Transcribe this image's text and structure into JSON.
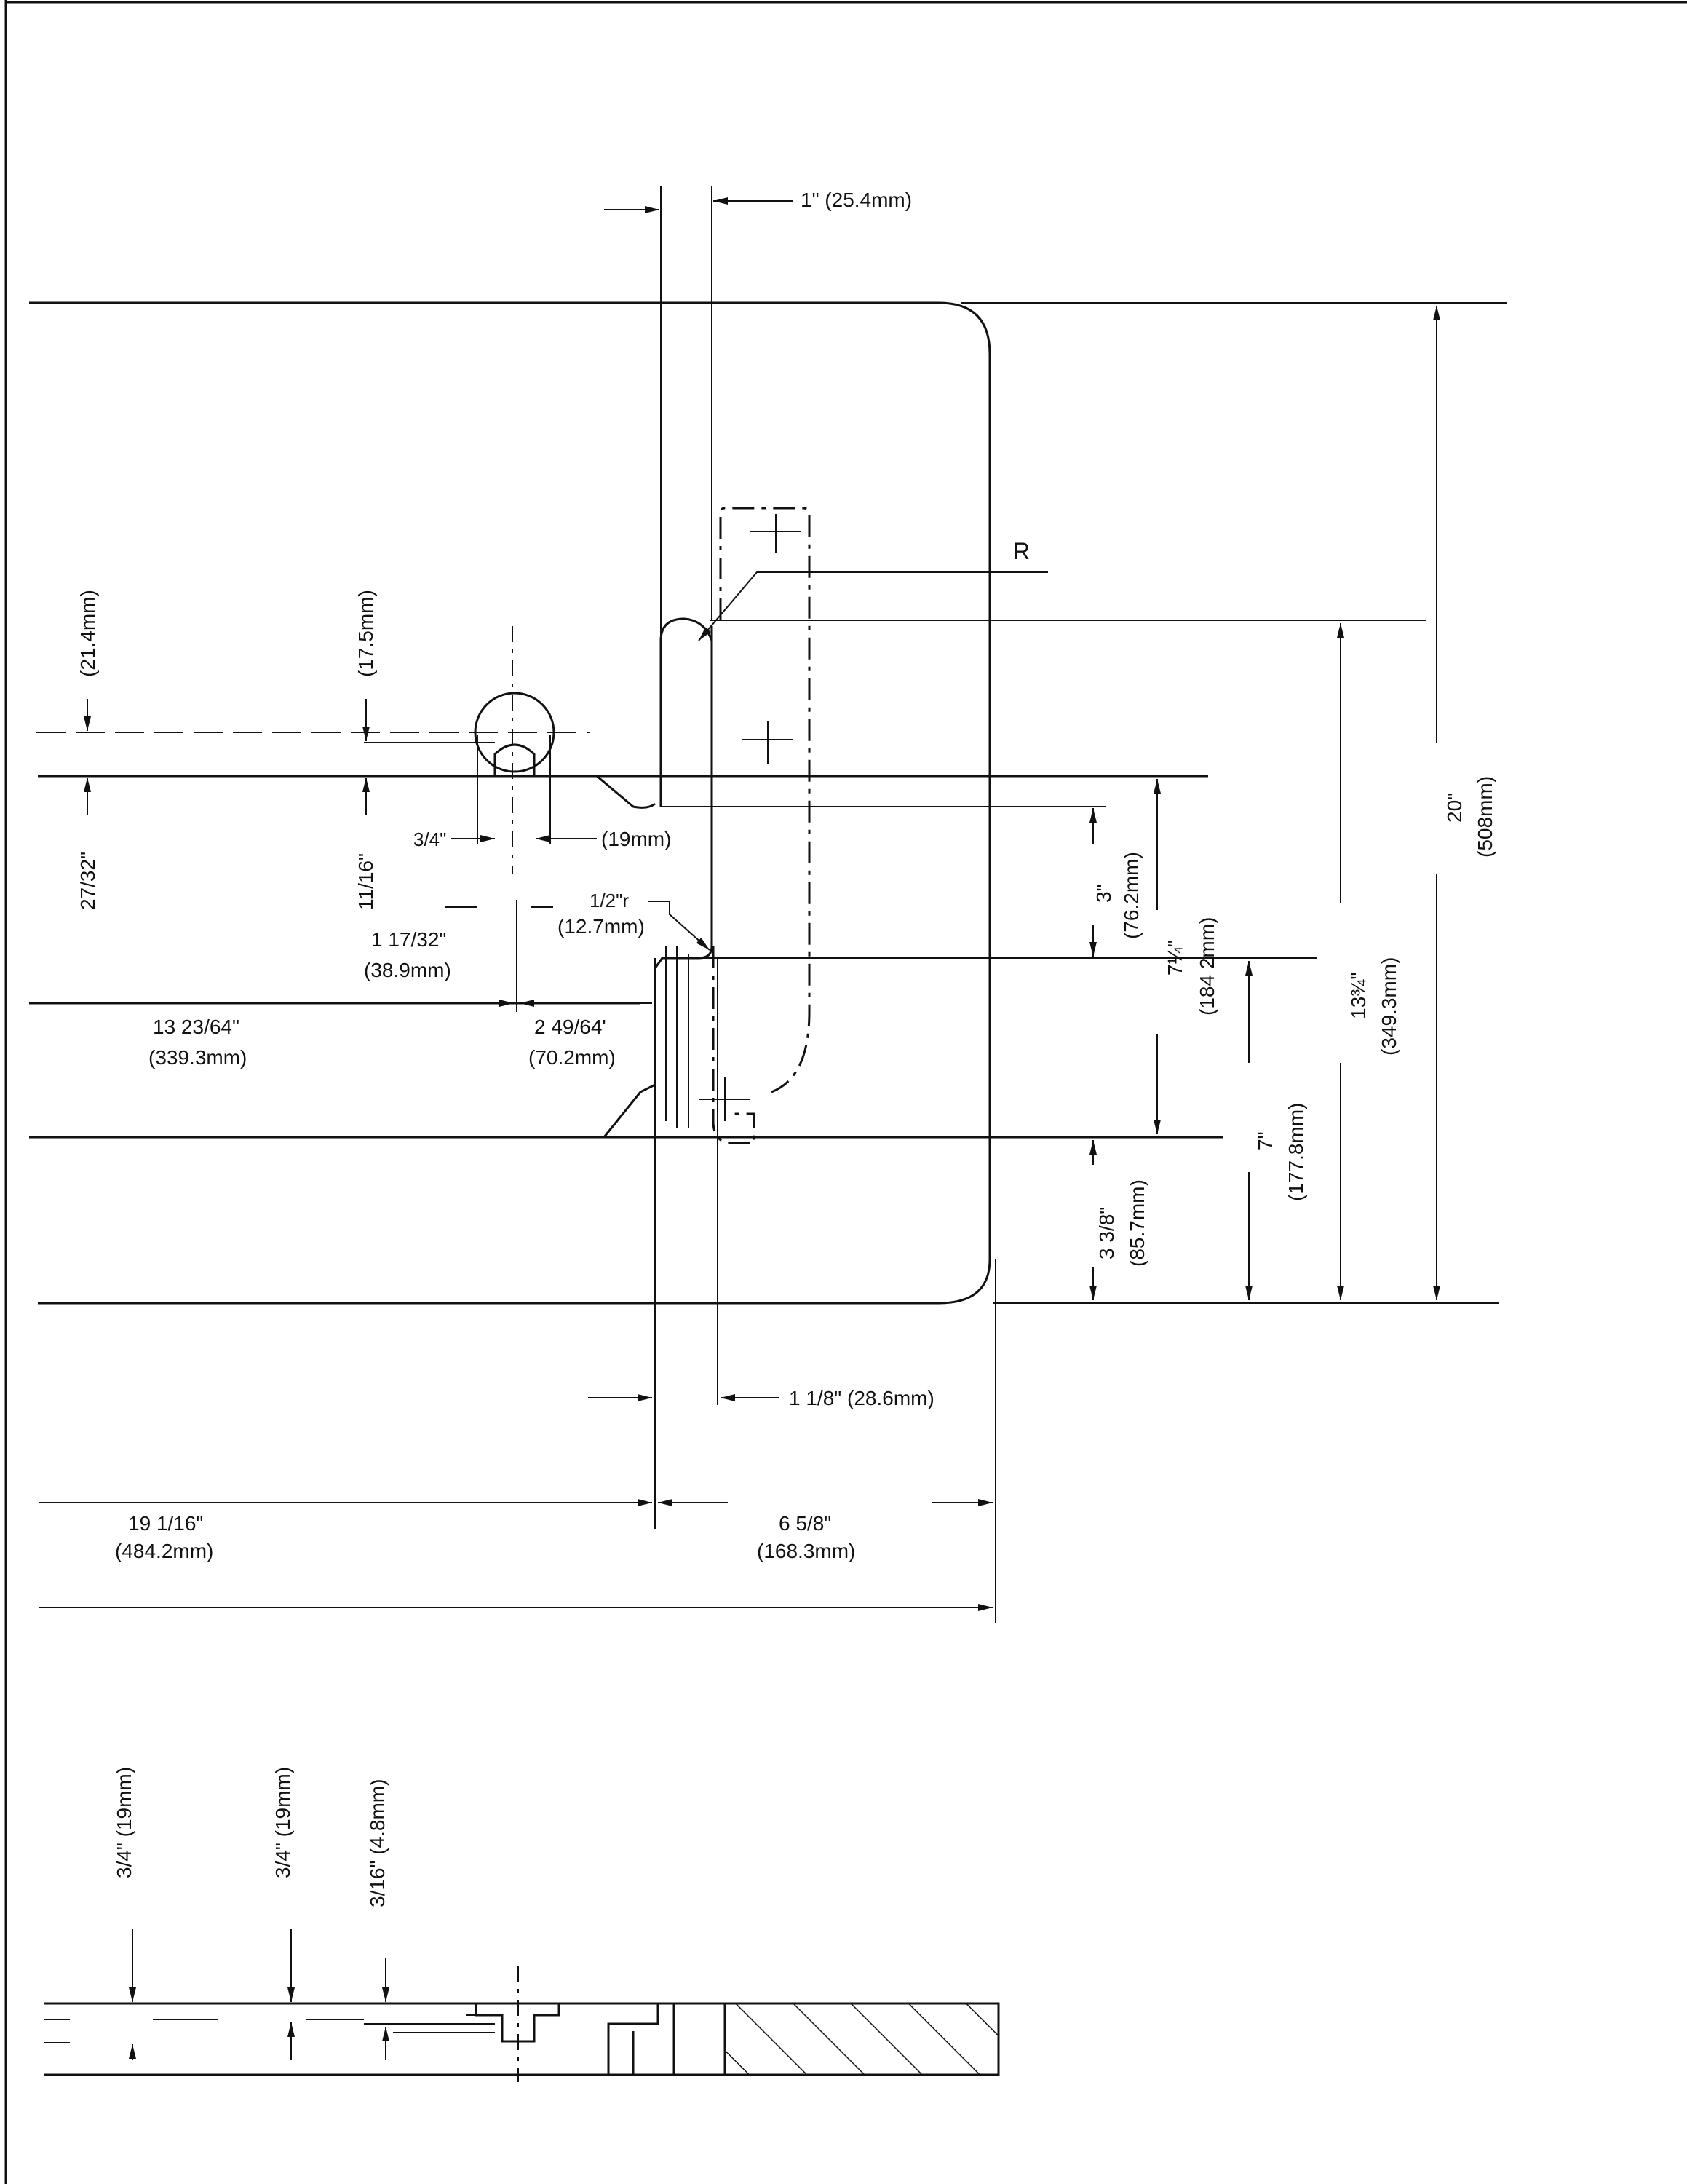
{
  "dimensions": {
    "top_offset": "1\" (25.4mm)",
    "bottom_offset": "1 1/8\" (28.6mm)",
    "radius_mark": "R",
    "left_top_mm": "(21.4mm)",
    "left_top_in": "27/32\"",
    "mid_top_mm": "(17.5mm)",
    "mid_top_in": "11/16\"",
    "slot_width_in": "3/4\"",
    "slot_width_mm": "(19mm)",
    "half_radius_in": "1/2\"r",
    "half_radius_mm": "(12.7mm)",
    "dist_1_17_32_in": "1 17/32\"",
    "dist_1_17_32_mm": "(38.9mm)",
    "dist_13_23_64_in": "13 23/64\"",
    "dist_13_23_64_mm": "(339.3mm)",
    "dist_2_49_64_in": "2 49/64'",
    "dist_2_49_64_mm": "(70.2mm)",
    "dim_3_in": "3\"",
    "dim_3_mm": "(76.2mm)",
    "dim_7q_in": "7¼\"",
    "dim_7q_mm": "(184 2mm)",
    "dim_7_in": "7\"",
    "dim_7_mm": "(177.8mm)",
    "dim_3_3_8_in": "3 3/8\"",
    "dim_3_3_8_mm": "(85.7mm)",
    "dim_13_3_4_in": "13¾\"",
    "dim_13_3_4_mm": "(349.3mm)",
    "dim_20_in": "20\"",
    "dim_20_mm": "(508mm)",
    "dim_19_1_16_in": "19 1/16\"",
    "dim_19_1_16_mm": "(484.2mm)",
    "dim_6_5_8_in": "6 5/8\"",
    "dim_6_5_8_mm": "(168.3mm)"
  },
  "section": {
    "thick_a": "3/4\" (19mm)",
    "thick_b": "3/4\" (19mm)",
    "thick_c": "3/16\" (4.8mm)"
  }
}
